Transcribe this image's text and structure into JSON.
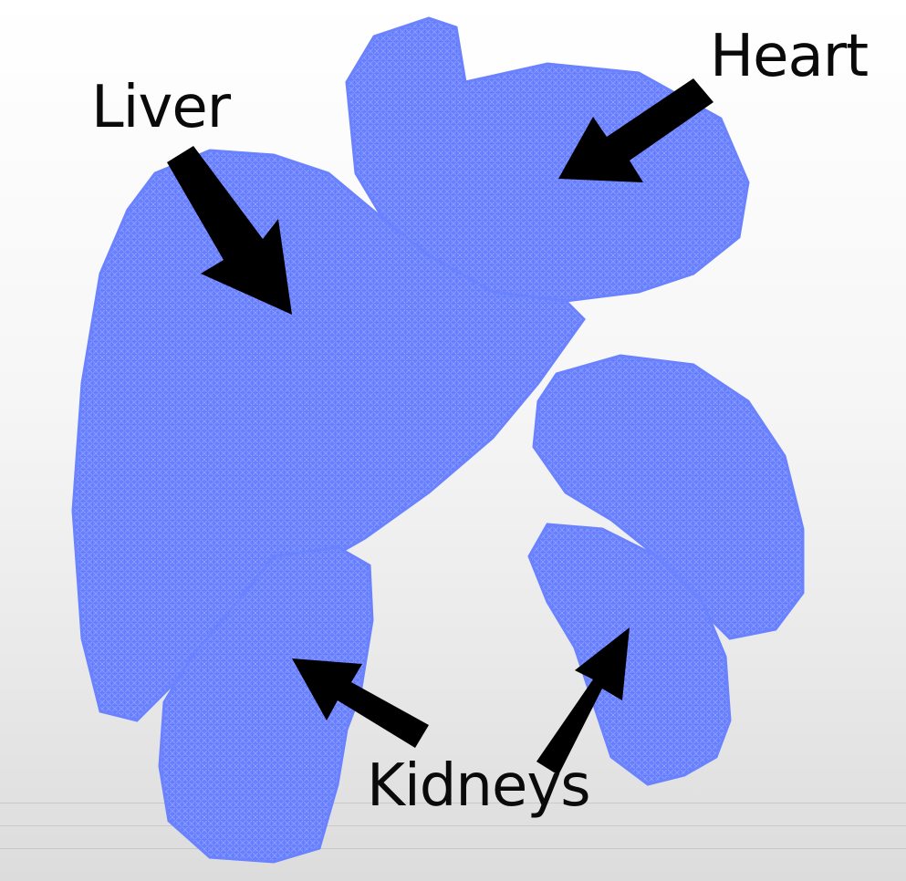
{
  "labels": {
    "liver": "Liver",
    "heart": "Heart",
    "kidneys": "Kidneys"
  },
  "colors": {
    "mesh": "#6b82ff",
    "mesh_line": "#8fa0ff",
    "arrow": "#000000"
  }
}
